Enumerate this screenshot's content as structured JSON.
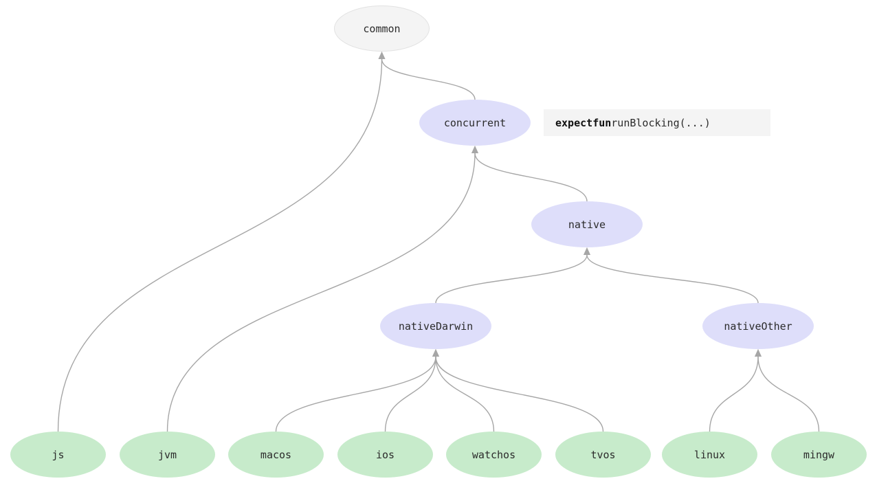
{
  "colors": {
    "root_fill": "#f4f4f4",
    "intermediate_fill": "#dedefa",
    "leaf_fill": "#c7ebcb",
    "edge_stroke": "#a6a6a6",
    "code_bg": "#f4f4f4"
  },
  "nodes": {
    "common": "common",
    "concurrent": "concurrent",
    "native": "native",
    "nativeDarwin": "nativeDarwin",
    "nativeOther": "nativeOther",
    "js": "js",
    "jvm": "jvm",
    "macos": "macos",
    "ios": "ios",
    "watchos": "watchos",
    "tvos": "tvos",
    "linux": "linux",
    "mingw": "mingw"
  },
  "edges": [
    {
      "from": "concurrent",
      "to": "common"
    },
    {
      "from": "js",
      "to": "common"
    },
    {
      "from": "native",
      "to": "concurrent"
    },
    {
      "from": "jvm",
      "to": "concurrent"
    },
    {
      "from": "nativeDarwin",
      "to": "native"
    },
    {
      "from": "nativeOther",
      "to": "native"
    },
    {
      "from": "macos",
      "to": "nativeDarwin"
    },
    {
      "from": "ios",
      "to": "nativeDarwin"
    },
    {
      "from": "watchos",
      "to": "nativeDarwin"
    },
    {
      "from": "tvos",
      "to": "nativeDarwin"
    },
    {
      "from": "linux",
      "to": "nativeOther"
    },
    {
      "from": "mingw",
      "to": "nativeOther"
    }
  ],
  "code_annotation": {
    "keyword_expect": "expect",
    "keyword_fun": "fun",
    "signature": "runBlocking(...)"
  }
}
